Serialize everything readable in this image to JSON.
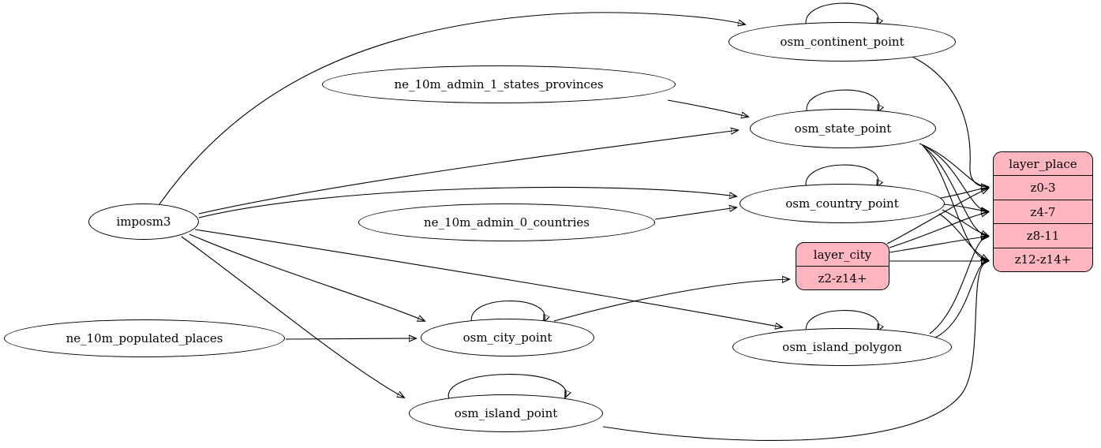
{
  "diagram": {
    "kind": "etl-graph",
    "colors": {
      "background": "#ffffff",
      "table_fill": "#ffffff",
      "layer_fill": "#ffb6c1",
      "border": "#000000",
      "edge": "#000000"
    }
  },
  "nodes": {
    "imposm3": {
      "label": "imposm3",
      "shape": "ellipse"
    },
    "ne_10m_admin_1_states_provinces": {
      "label": "ne_10m_admin_1_states_provinces",
      "shape": "ellipse"
    },
    "ne_10m_admin_0_countries": {
      "label": "ne_10m_admin_0_countries",
      "shape": "ellipse"
    },
    "ne_10m_populated_places": {
      "label": "ne_10m_populated_places",
      "shape": "ellipse"
    },
    "osm_continent_point": {
      "label": "osm_continent_point",
      "shape": "ellipse"
    },
    "osm_state_point": {
      "label": "osm_state_point",
      "shape": "ellipse"
    },
    "osm_country_point": {
      "label": "osm_country_point",
      "shape": "ellipse"
    },
    "osm_city_point": {
      "label": "osm_city_point",
      "shape": "ellipse"
    },
    "osm_island_polygon": {
      "label": "osm_island_polygon",
      "shape": "ellipse"
    },
    "osm_island_point": {
      "label": "osm_island_point",
      "shape": "ellipse"
    },
    "layer_city": {
      "label": "layer_city",
      "shape": "record",
      "rows": [
        "z2-z14+"
      ]
    },
    "layer_place": {
      "label": "layer_place",
      "shape": "record",
      "rows": [
        "z0-3",
        "z4-7",
        "z8-11",
        "z12-z14+"
      ]
    }
  },
  "edges": [
    {
      "from": "imposm3",
      "to": "osm_continent_point"
    },
    {
      "from": "imposm3",
      "to": "osm_state_point"
    },
    {
      "from": "imposm3",
      "to": "osm_country_point"
    },
    {
      "from": "imposm3",
      "to": "osm_city_point"
    },
    {
      "from": "imposm3",
      "to": "osm_island_polygon"
    },
    {
      "from": "imposm3",
      "to": "osm_island_point"
    },
    {
      "from": "ne_10m_admin_1_states_provinces",
      "to": "osm_state_point"
    },
    {
      "from": "ne_10m_admin_0_countries",
      "to": "osm_country_point"
    },
    {
      "from": "ne_10m_populated_places",
      "to": "osm_city_point"
    },
    {
      "from": "osm_continent_point",
      "to": "osm_continent_point"
    },
    {
      "from": "osm_state_point",
      "to": "osm_state_point"
    },
    {
      "from": "osm_country_point",
      "to": "osm_country_point"
    },
    {
      "from": "osm_city_point",
      "to": "osm_city_point"
    },
    {
      "from": "osm_island_polygon",
      "to": "osm_island_polygon"
    },
    {
      "from": "osm_island_point",
      "to": "osm_island_point"
    },
    {
      "from": "osm_continent_point",
      "to": "layer_place:z0-3"
    },
    {
      "from": "osm_state_point",
      "to": "layer_place:z0-3"
    },
    {
      "from": "osm_state_point",
      "to": "layer_place:z4-7"
    },
    {
      "from": "osm_state_point",
      "to": "layer_place:z8-11"
    },
    {
      "from": "osm_state_point",
      "to": "layer_place:z12-z14+"
    },
    {
      "from": "osm_country_point",
      "to": "layer_place:z0-3"
    },
    {
      "from": "osm_country_point",
      "to": "layer_place:z4-7"
    },
    {
      "from": "osm_country_point",
      "to": "layer_place:z8-11"
    },
    {
      "from": "osm_country_point",
      "to": "layer_place:z12-z14+"
    },
    {
      "from": "osm_island_polygon",
      "to": "layer_place:z8-11"
    },
    {
      "from": "osm_island_polygon",
      "to": "layer_place:z12-z14+"
    },
    {
      "from": "osm_island_point",
      "to": "layer_place:z12-z14+"
    },
    {
      "from": "osm_city_point",
      "to": "layer_city:z2-z14+"
    },
    {
      "from": "layer_city",
      "to": "layer_place:z0-3"
    },
    {
      "from": "layer_city",
      "to": "layer_place:z4-7"
    },
    {
      "from": "layer_city",
      "to": "layer_place:z8-11"
    },
    {
      "from": "layer_city",
      "to": "layer_place:z12-z14+"
    }
  ]
}
